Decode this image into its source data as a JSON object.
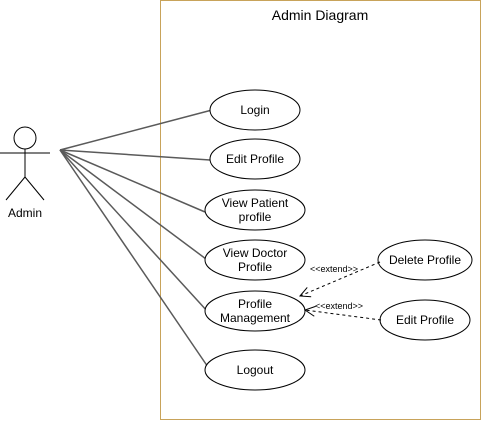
{
  "diagram": {
    "title": "Admin Diagram",
    "actor": {
      "label": "Admin"
    },
    "use_cases": [
      {
        "id": "login",
        "lines": [
          "Login"
        ]
      },
      {
        "id": "edit-profile",
        "lines": [
          "Edit Profile"
        ]
      },
      {
        "id": "view-patient-profile",
        "lines": [
          "View Patient",
          "profile"
        ]
      },
      {
        "id": "view-doctor-profile",
        "lines": [
          "View Doctor",
          "Profile"
        ]
      },
      {
        "id": "profile-management",
        "lines": [
          "Profile",
          "Management"
        ]
      },
      {
        "id": "logout",
        "lines": [
          "Logout"
        ]
      },
      {
        "id": "delete-profile",
        "lines": [
          "Delete Profile"
        ]
      },
      {
        "id": "edit-profile-ext",
        "lines": [
          "Edit Profile"
        ]
      }
    ],
    "extend_label": "<<extend>>",
    "colors": {
      "boundary": "#c8a35a",
      "lines": "#5a5a5a",
      "stroke": "#000000"
    }
  }
}
